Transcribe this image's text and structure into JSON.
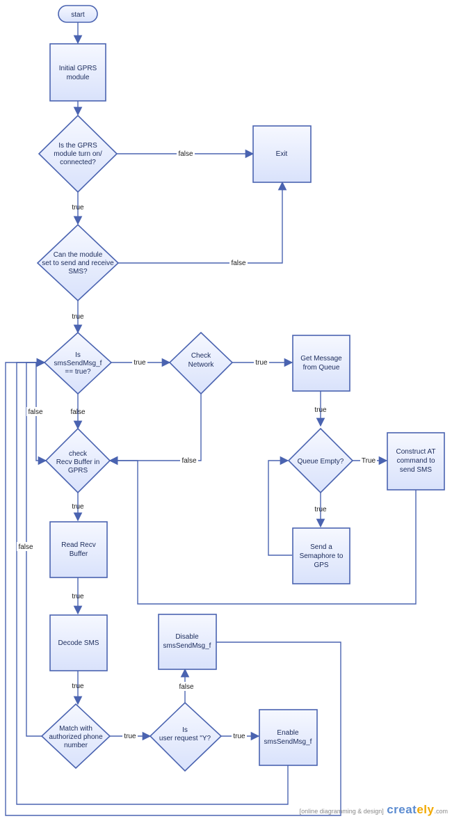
{
  "nodes": {
    "start": "start",
    "init": [
      "Initial GPRS",
      "module"
    ],
    "q_on": [
      "Is the GPRS",
      "module turn on/",
      "connected?"
    ],
    "exit": "Exit",
    "q_sms": [
      "Can the module",
      "set to send and receive",
      "SMS?"
    ],
    "q_flag": [
      "Is",
      "smsSendMsg_f",
      "== true?"
    ],
    "check_net": [
      "Check",
      "Network"
    ],
    "get_msg": [
      "Get Message",
      "from Queue"
    ],
    "check_recv": [
      "check",
      "Recv Buffer in",
      "GPRS"
    ],
    "q_queue": "Queue Empty?",
    "construct": [
      "Construct AT",
      "command to",
      "send SMS"
    ],
    "read_recv": [
      "Read Recv",
      "Buffer"
    ],
    "send_sem": [
      "Send a",
      "Semaphore to",
      "GPS"
    ],
    "decode": "Decode SMS",
    "disable": [
      "Disable",
      "smsSendMsg_f"
    ],
    "match": [
      "Match with",
      "authorized phone",
      "number"
    ],
    "q_user": [
      "Is",
      "user request \"Y?"
    ],
    "enable": [
      "Enable",
      "smsSendMsg_f"
    ]
  },
  "edge_labels": {
    "false": "false",
    "true": "true",
    "True": "True"
  },
  "watermark": {
    "caption": "[online diagramming & design]",
    "brand_a": "creat",
    "brand_b": "ely",
    "suffix": ".com"
  }
}
